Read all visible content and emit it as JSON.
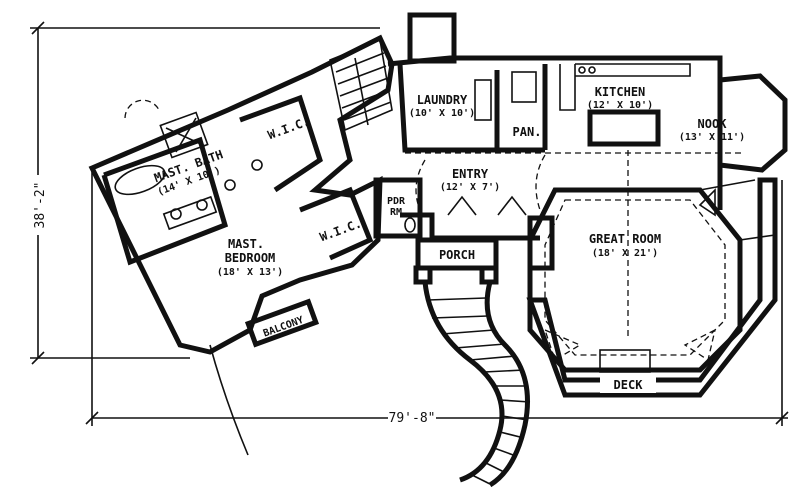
{
  "rooms": {
    "master_bath": {
      "name": "MAST. BATH",
      "size": "(14' X 10')"
    },
    "wic_upper": {
      "name": "W.I.C."
    },
    "laundry": {
      "name": "LAUNDRY",
      "size": "(10' X 10')"
    },
    "pantry": {
      "name": "PAN."
    },
    "kitchen": {
      "name": "KITCHEN",
      "size": "(12' X 10')"
    },
    "nook": {
      "name": "NOOK",
      "size": "(13' X 11')"
    },
    "entry": {
      "name": "ENTRY",
      "size": "(12' X 7')"
    },
    "powder": {
      "name_line1": "PDR",
      "name_line2": "RM"
    },
    "wic_lower": {
      "name": "W.I.C."
    },
    "master_bedroom": {
      "name_line1": "MAST.",
      "name_line2": "BEDROOM",
      "size": "(18' X 13')"
    },
    "great_room": {
      "name": "GREAT ROOM",
      "size": "(18' X 21')"
    },
    "porch": {
      "name": "PORCH"
    },
    "balcony": {
      "name": "BALCONY"
    },
    "deck": {
      "name": "DECK"
    }
  },
  "dimensions": {
    "depth": "38'-2\"",
    "width": "79'-8\""
  }
}
